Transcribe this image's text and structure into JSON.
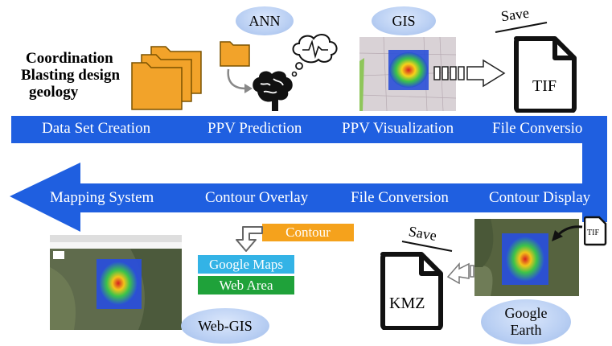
{
  "top_band": {
    "steps": [
      "Data Set Creation",
      "PPV Prediction",
      "PPV Visualization",
      "File Conversion"
    ],
    "color": "#1f5fe0"
  },
  "bottom_band": {
    "steps": [
      "Mapping System",
      "Contour Overlay",
      "File Conversion",
      "Contour Display"
    ]
  },
  "inputs": {
    "lines": [
      "Coordination",
      "Blasting design",
      "geology"
    ]
  },
  "badges": {
    "ann": "ANN",
    "gis": "GIS",
    "webgis": "Web-GIS",
    "google_earth": "Google Earth"
  },
  "files": {
    "tif": "TIF",
    "tif_small": "TIF",
    "kmz": "KMZ",
    "save_top": "Save",
    "save_bottom": "Save"
  },
  "overlay_labels": {
    "contour": "Contour",
    "google_maps": "Google Maps",
    "web_area": "Web Area",
    "contour_color": "#f5a21c",
    "google_maps_color": "#33b3e6",
    "web_area_color": "#1fa23a"
  },
  "icons": [
    "folder-stack-icon",
    "folder-icon",
    "brain-icon",
    "thought-bubble-icon",
    "document-icon",
    "arrow-right-icon",
    "arrow-left-icon",
    "curved-arrow-icon"
  ]
}
